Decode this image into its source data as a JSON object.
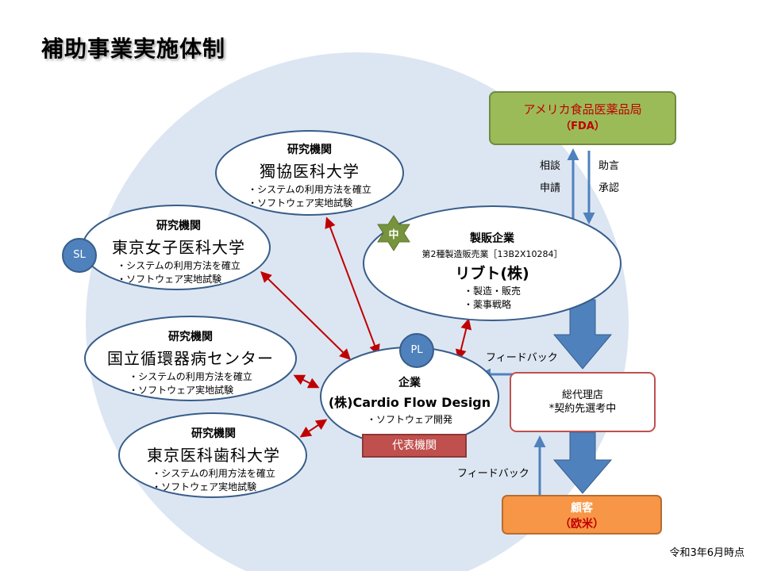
{
  "title": "補助事業実施体制",
  "date_note": "令和3年6月時点",
  "fda": {
    "title": "アメリカ食品医薬品局",
    "sub": "（FDA）",
    "color": "#9bbb59"
  },
  "fda_arrows": {
    "left_top": "相談",
    "left_bottom": "申請",
    "right_top": "助言",
    "right_bottom": "承認"
  },
  "institutions": [
    {
      "category": "研究機関",
      "name": "獨協医科大学",
      "items": [
        "・システムの利用方法を確立",
        "・ソフトウェア実地試験"
      ]
    },
    {
      "category": "研究機関",
      "name": "東京女子医科大学",
      "items": [
        "・システムの利用方法を確立",
        "・ソフトウェア実地試験"
      ]
    },
    {
      "category": "研究機関",
      "name": "国立循環器病センター",
      "items": [
        "・システムの利用方法を確立",
        "・ソフトウェア実地試験"
      ]
    },
    {
      "category": "研究機関",
      "name": "東京医科歯科大学",
      "items": [
        "・システムの利用方法を確立",
        "・ソフトウェア実地試験"
      ]
    }
  ],
  "maker": {
    "category": "製販企業",
    "license": "第2種製造販売業［13B2X10284］",
    "name": "リブト(株)",
    "items": [
      "・製造・販売",
      "・薬事戦略"
    ],
    "badge": "中"
  },
  "company": {
    "category": "企業",
    "name": "(株)Cardio Flow Design",
    "items": [
      "・ソフトウェア開発"
    ],
    "badge": "PL",
    "role": "代表機関"
  },
  "sl_badge": "SL",
  "agent": {
    "title": "総代理店",
    "sub": "*契約先選考中"
  },
  "customer": {
    "title": "顧客",
    "sub_prefix": "（",
    "sub_main": "欧米",
    "sub_suffix": "）",
    "color": "#f79646"
  },
  "feedback_labels": [
    "フィードバック",
    "フィードバック"
  ],
  "colors": {
    "circle": "#dce6f2",
    "ellipse_border": "#385d8a",
    "red_arrow": "#c00000",
    "blue_arrow": "#4f81bd",
    "agent_border": "#c0504d"
  }
}
